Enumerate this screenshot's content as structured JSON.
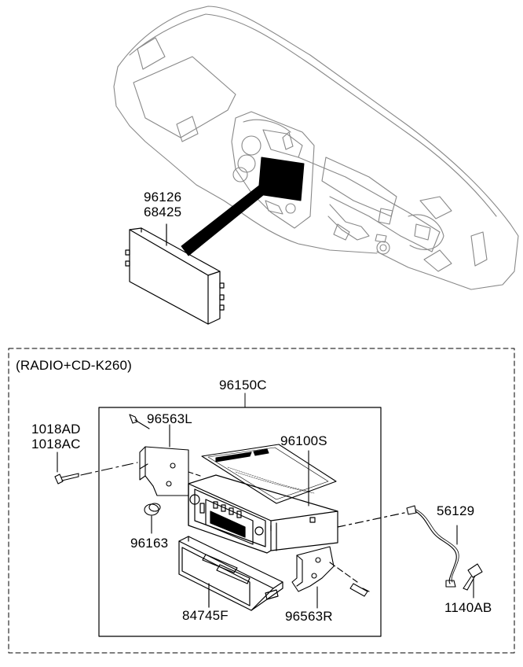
{
  "section_title": "(RADIO+CD-K260)",
  "parts": {
    "p96126": "96126",
    "p68425": "68425",
    "p96150C": "96150C",
    "p1018AD": "1018AD",
    "p1018AC": "1018AC",
    "p96563L": "96563L",
    "p96100S": "96100S",
    "p56129": "56129",
    "p96163": "96163",
    "p84745F": "84745F",
    "p96563R": "96563R",
    "p1140AB": "1140AB"
  }
}
